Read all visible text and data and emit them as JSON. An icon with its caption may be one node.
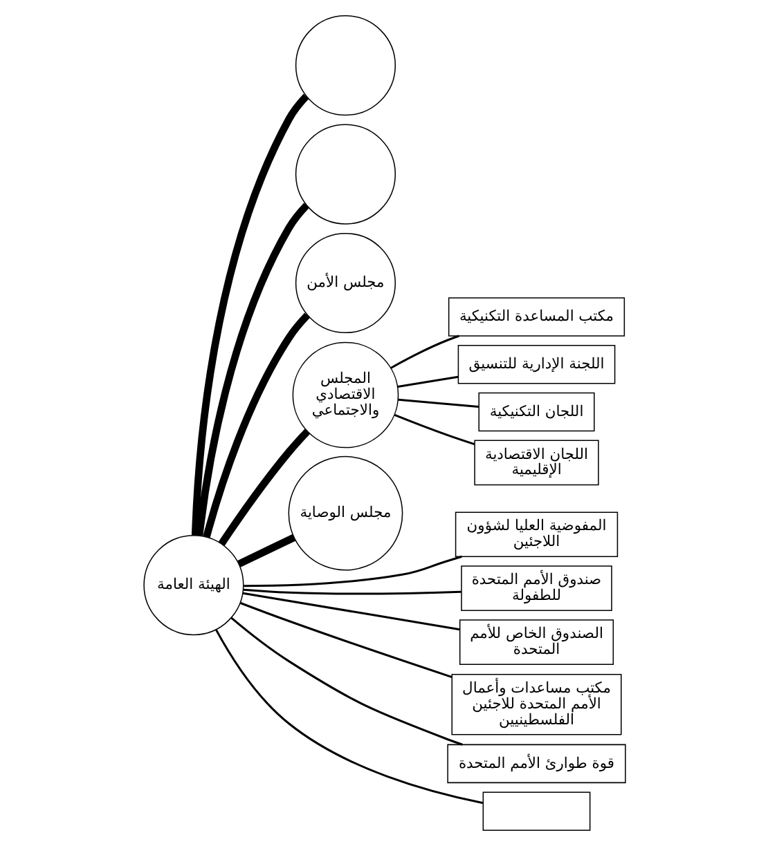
{
  "diagram": {
    "nodes": [
      {
        "text": [],
        "shape": "circle"
      },
      {
        "text": [],
        "shape": "circle"
      },
      {
        "text": [
          "الهيئة العامة"
        ]
      },
      {
        "text": [
          "مجلس الأمن"
        ]
      },
      {
        "text": [
          "المجلس الاقتصادي والاجتماعي"
        ]
      },
      {
        "text": [
          "مجلس الوصاية"
        ]
      },
      {
        "text": [
          "مكتب المساعدة التكنيكية"
        ]
      },
      {
        "text": [
          "اللجنة الإدارية للتنسيق"
        ]
      },
      {
        "text": [
          "اللجان التكنيكية"
        ]
      },
      {
        "text": [
          "اللجان الاقتصادية الإقليمية"
        ]
      },
      {
        "text": [
          "المفوضية العليا لشؤون اللاجئين"
        ]
      },
      {
        "text": [
          "صندوق الأمم المتحدة للطفولة"
        ]
      },
      {
        "text": [
          "الصندوق الخاص للأمم المتحدة"
        ]
      },
      {
        "text": [
          "مكتب مساعدات وأعمال الأمم المتحدة للاجئين الفلسطينيين"
        ]
      },
      {
        "text": [
          "قوة طوارئ الأمم المتحدة"
        ]
      },
      {
        "text": [],
        "shape": "box"
      }
    ],
    "edges": [
      {
        "from": 2,
        "to": 0,
        "arrow": "none",
        "style": "thick"
      },
      {
        "from": 2,
        "to": 1,
        "arrow": "none",
        "style": "thick"
      },
      {
        "from": 2,
        "to": 3,
        "arrow": "none",
        "style": "thick"
      },
      {
        "from": 2,
        "to": 4,
        "arrow": "none",
        "style": "thick"
      },
      {
        "from": 2,
        "to": 5,
        "arrow": "none",
        "style": "thick"
      },
      {
        "from": 4,
        "to": 6,
        "arrow": "none"
      },
      {
        "from": 4,
        "to": 7,
        "arrow": "none"
      },
      {
        "from": 4,
        "to": 8,
        "arrow": "none"
      },
      {
        "from": 4,
        "to": 9,
        "arrow": "none"
      },
      {
        "from": 2,
        "to": 10,
        "arrow": "none"
      },
      {
        "from": 2,
        "to": 11,
        "arrow": "none"
      },
      {
        "from": 2,
        "to": 12,
        "arrow": "none"
      },
      {
        "from": 2,
        "to": 13,
        "arrow": "none"
      },
      {
        "from": 2,
        "to": 14,
        "arrow": "none"
      },
      {
        "from": 2,
        "to": 15,
        "arrow": "none"
      }
    ]
  }
}
